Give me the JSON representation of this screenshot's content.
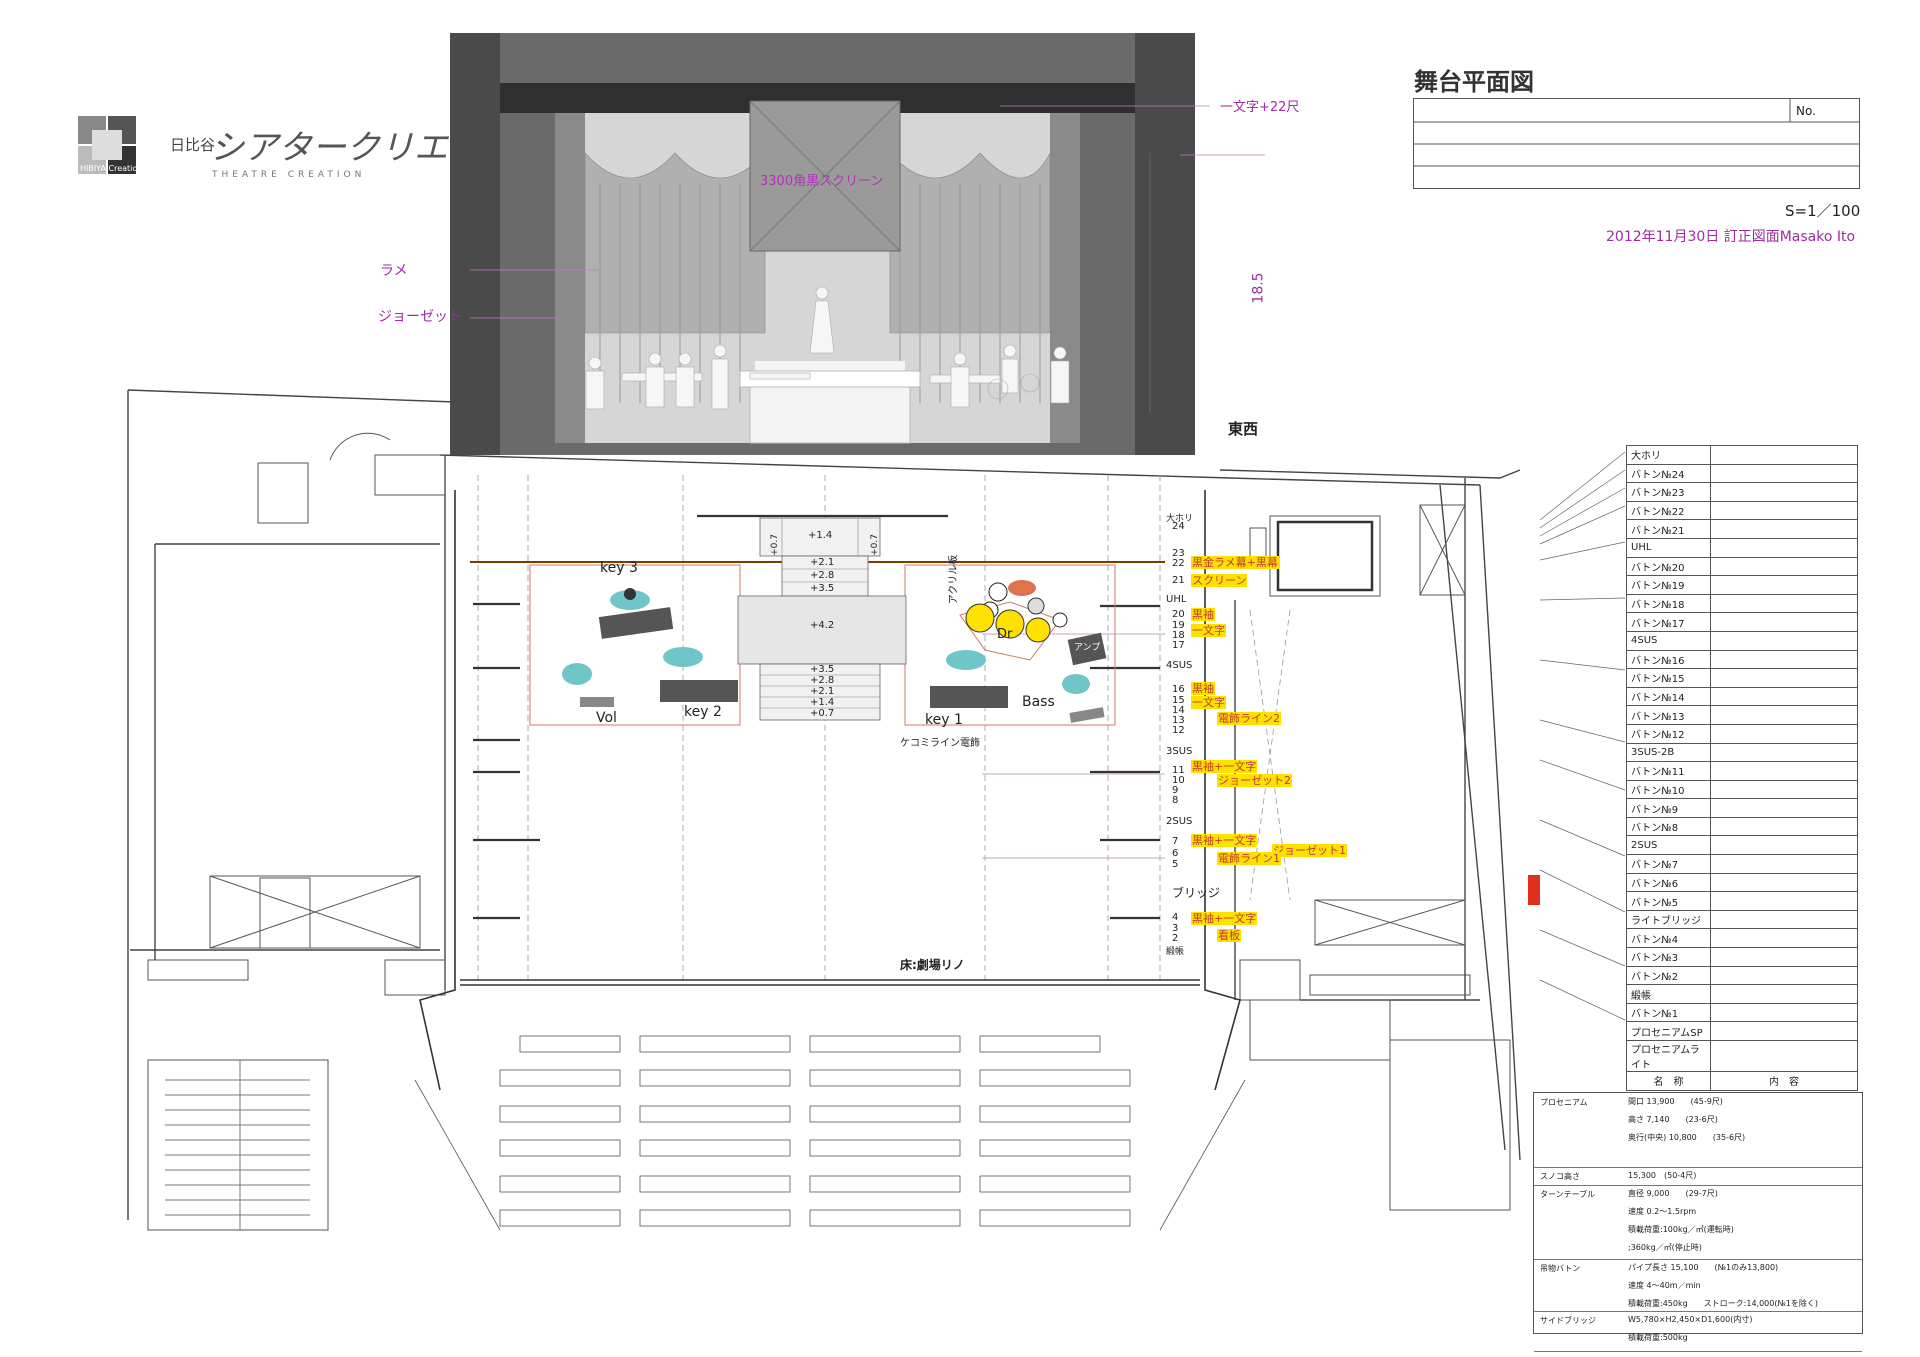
{
  "logo": {
    "small": "日比谷",
    "main": "シアタークリエ",
    "sub": "THEATRE CREATION",
    "mark": "HIBIYA Creation"
  },
  "title": "舞台平面図",
  "title_table": {
    "no_label": "No."
  },
  "scale": "S=1／100",
  "revision": "2012年11月30日 訂正図面Masako Ito",
  "elevation": {
    "screen": "3300角黒スクリーン",
    "ichimonji": "一文字+22尺",
    "height": "18.5",
    "rame": "ラメ",
    "georgette": "ジョーゼット"
  },
  "plan": {
    "direction": "東西",
    "floor": "床:劇場リノ",
    "kekomi": "ケコミライン電飾",
    "acrylic": "アクリル板",
    "bridge": "ブリッジ",
    "steps_top": [
      "+0.7",
      "+1.4",
      "+0.7"
    ],
    "steps_up": [
      "+2.1",
      "+2.8",
      "+3.5"
    ],
    "center": "+4.2",
    "steps_down": [
      "+3.5",
      "+2.8",
      "+2.1",
      "+1.4",
      "+0.7"
    ],
    "performers": [
      "key 3",
      "Vol",
      "key 2",
      "key 1",
      "Dr",
      "Bass",
      "アンプ"
    ],
    "batten_numbers": [
      "大ホリ",
      "24",
      "23",
      "22",
      "21",
      "UHL",
      "20",
      "19",
      "18",
      "17",
      "4SUS",
      "16",
      "15",
      "14",
      "13",
      "12",
      "3SUS",
      "11",
      "10",
      "9",
      "8",
      "2SUS",
      "7",
      "6",
      "5",
      "4",
      "3",
      "2",
      "緞帳"
    ],
    "tags": [
      "黒金ラメ幕+黒幕",
      "スクリーン",
      "黒袖",
      "一文字",
      "黒袖",
      "一文字",
      "電飾ライン2",
      "黒袖+一文字",
      "ジョーゼット2",
      "黒袖+一文字",
      "ジョーゼット1",
      "電飾ライン1",
      "黒袖+一文字",
      "看板"
    ]
  },
  "legend": {
    "rows": [
      "大ホリ",
      "バトン№24",
      "バトン№23",
      "バトン№22",
      "バトン№21",
      "UHL",
      "バトン№20",
      "バトン№19",
      "バトン№18",
      "バトン№17",
      "4SUS",
      "バトン№16",
      "バトン№15",
      "バトン№14",
      "バトン№13",
      "バトン№12",
      "3SUS-2B",
      "バトン№11",
      "バトン№10",
      "バトン№9",
      "バトン№8",
      "2SUS",
      "バトン№7",
      "バトン№6",
      "バトン№5",
      "ライトブリッジ",
      "バトン№4",
      "バトン№3",
      "バトン№2",
      "緞帳",
      "バトン№1",
      "プロセニアムSP",
      "プロセニアムライト"
    ],
    "header_name": "名　称",
    "header_content": "内　容"
  },
  "specs": [
    {
      "key": "プロセニアム",
      "lines": [
        "間口 13,900　　(45-9尺)",
        "高さ 7,140　　(23-6尺)",
        "奥行(中央) 10,800　　(35-6尺)"
      ]
    },
    {
      "key": "スノコ高さ",
      "lines": [
        "15,300　(50-4尺)"
      ]
    },
    {
      "key": "ターンテーブル",
      "lines": [
        "直径 9,000　　(29-7尺)",
        "速度 0.2〜1.5rpm",
        "積載荷重:100kg／㎡(運転時)",
        ";360kg／㎡(停止時)"
      ]
    },
    {
      "key": "吊物バトン",
      "lines": [
        "パイプ長さ 15,100　　(№1のみ13,800)",
        "速度 4〜40m／min",
        "積載荷重:450kg　　ストローク:14,000(№1を除く)"
      ]
    },
    {
      "key": "サイドブリッジ",
      "lines": [
        "W5,780×H2,450×D1,600(内寸)",
        "積載荷重:500kg"
      ]
    }
  ]
}
